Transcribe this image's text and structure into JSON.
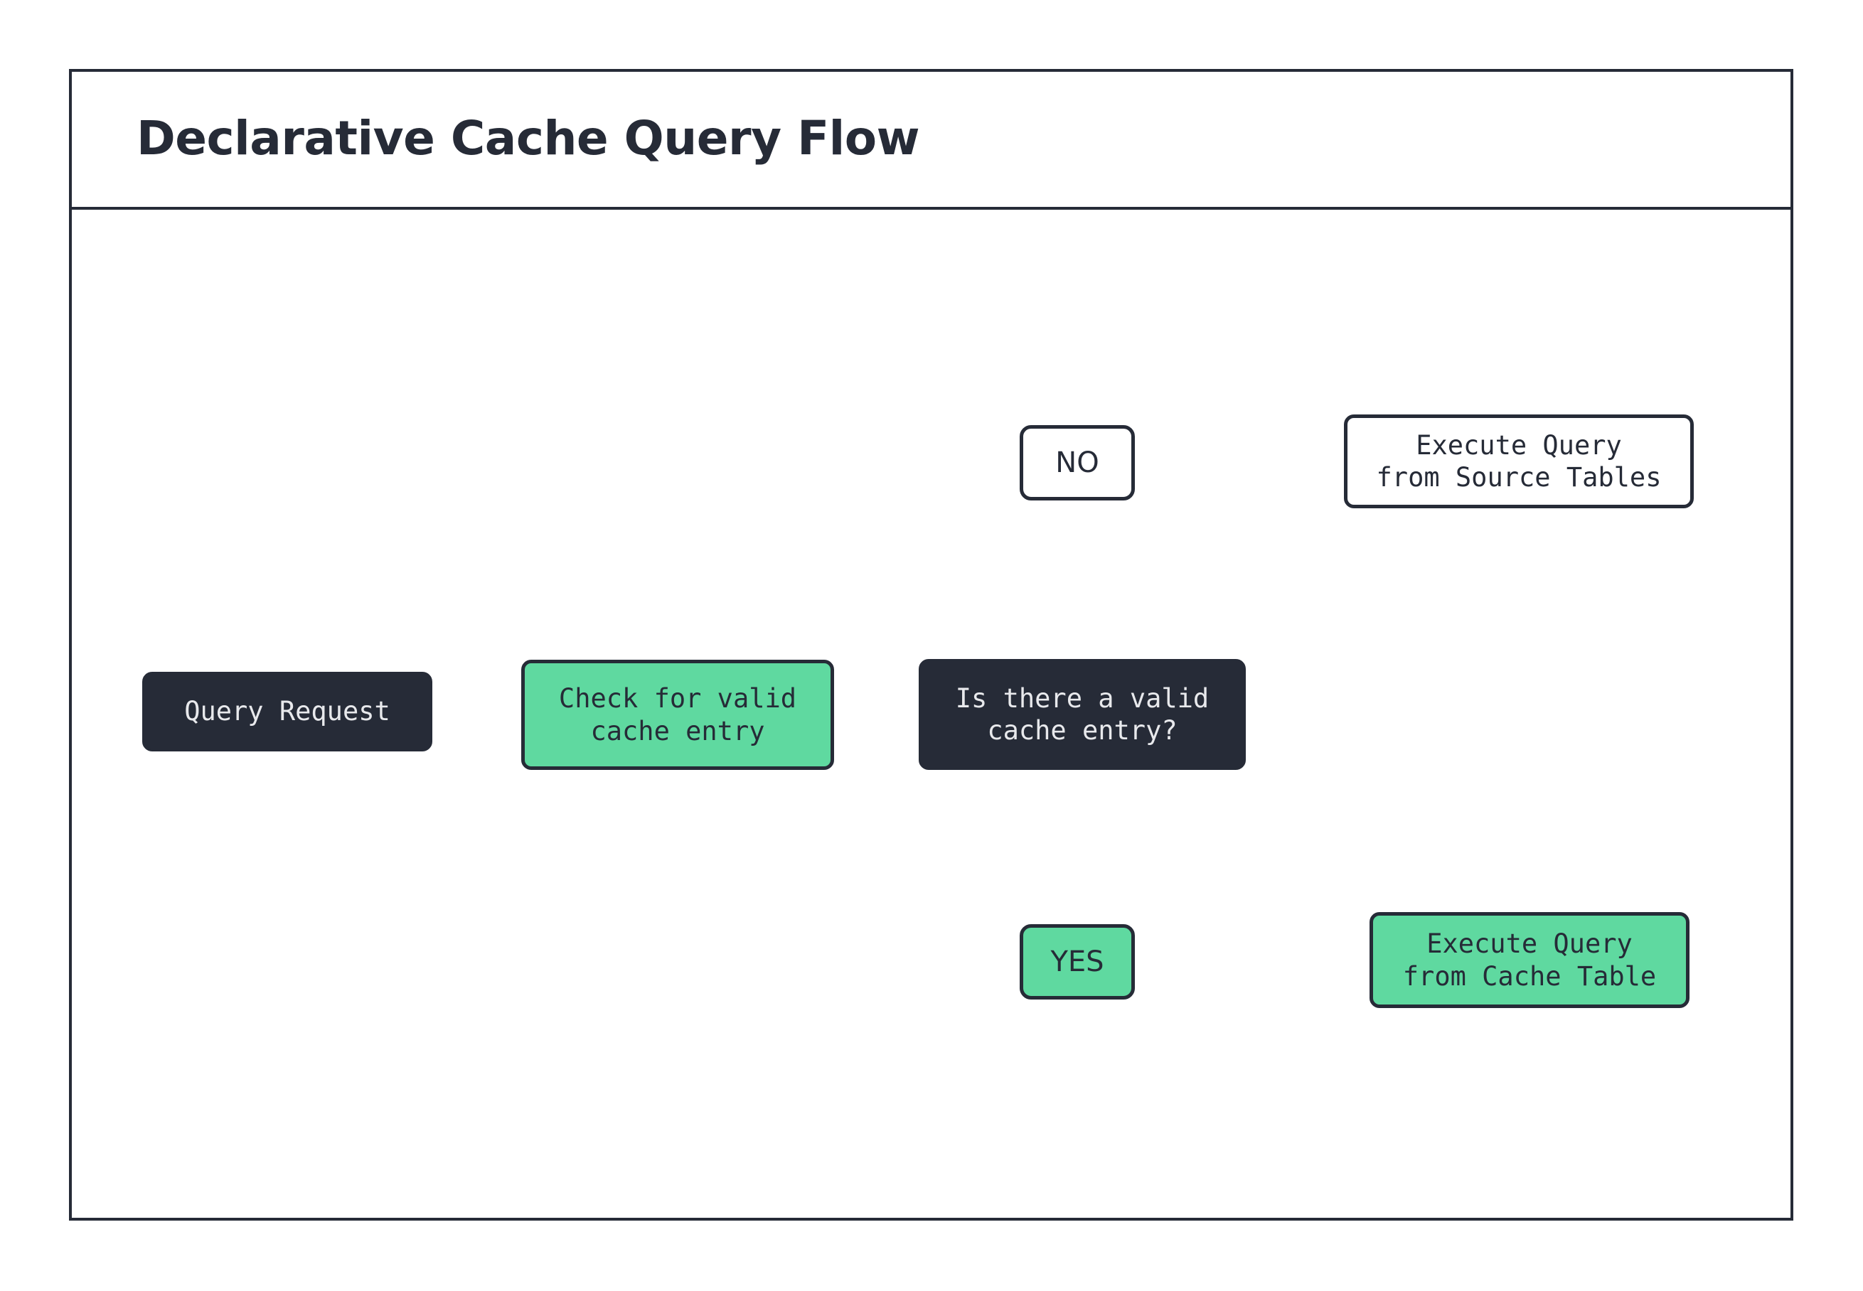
{
  "diagram": {
    "title": "Declarative Cache Query Flow",
    "colors": {
      "ink": "#262B37",
      "accent_green": "#5FD9A0",
      "surface": "#FFFFFF",
      "text_on_dark": "#E8E9EC"
    },
    "nodes": {
      "query_request": {
        "label": "Query Request",
        "style": "dark"
      },
      "check_cache": {
        "label": "Check for valid\ncache entry",
        "style": "green"
      },
      "decision": {
        "label": "Is there a valid\ncache entry?",
        "style": "dark"
      },
      "source_query": {
        "label": "Execute Query\nfrom Source Tables",
        "style": "white"
      },
      "cache_query": {
        "label": "Execute Query\nfrom Cache Table",
        "style": "green"
      }
    },
    "branch_labels": {
      "no": {
        "label": "NO",
        "style": "white"
      },
      "yes": {
        "label": "YES",
        "style": "green"
      }
    },
    "databases": {
      "source_tables": {
        "name": "source-tables-database-cylinder"
      },
      "cache_table": {
        "name": "cache-table-database-cylinder"
      }
    },
    "edges": [
      {
        "from": "query_request",
        "to": "check_cache"
      },
      {
        "from": "check_cache",
        "to": "decision"
      },
      {
        "from": "decision",
        "to": "no"
      },
      {
        "from": "decision",
        "to": "yes"
      },
      {
        "from": "no",
        "to": "source_query"
      },
      {
        "from": "yes",
        "to": "cache_query"
      }
    ]
  }
}
